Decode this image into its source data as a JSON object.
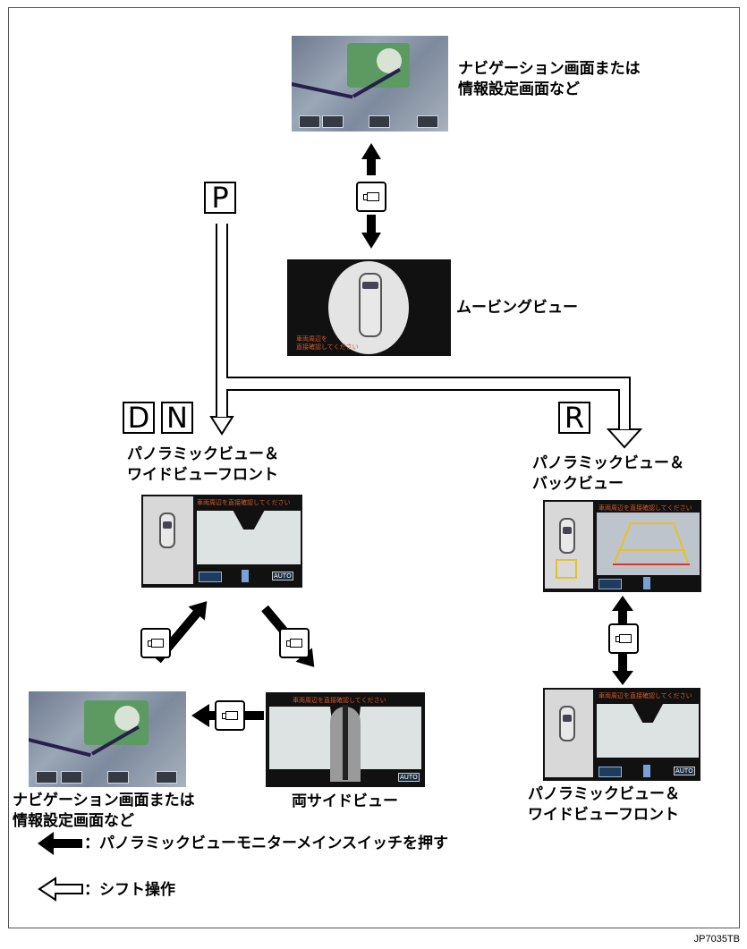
{
  "captions": {
    "nav_top_line1": "ナビゲーション画面または",
    "nav_top_line2": "情報設定画面など",
    "moving_view": "ムービングビュー",
    "pano_front_line1": "パノラミックビュー＆",
    "pano_front_line2": "ワイドビューフロント",
    "pano_back_line1": "パノラミックビュー＆",
    "pano_back_line2": "バックビュー",
    "nav_bottom_line1": "ナビゲーション画面または",
    "nav_bottom_line2": "情報設定画面など",
    "side_view": "両サイドビュー",
    "pano_front2_line1": "パノラミックビュー＆",
    "pano_front2_line2": "ワイドビューフロント"
  },
  "shift_positions": {
    "p": "P",
    "d": "D",
    "n": "N",
    "r": "R"
  },
  "screen_text": {
    "warning": "車両周辺を直接確認してください",
    "moving_warning_line1": "車両周辺を",
    "moving_warning_line2": "直接確認してください",
    "auto_label": "AUTO"
  },
  "legend": {
    "solid_arrow": "：パノラミックビューモニターメインスイッチを押す",
    "hollow_arrow": "：シフト操作"
  },
  "code": "JP7035TB",
  "colors": {
    "warning_text": "#d85a2a",
    "guide_red": "#d63a2a",
    "guide_yellow": "#e6c02a",
    "guide_green": "#3aa87a"
  }
}
